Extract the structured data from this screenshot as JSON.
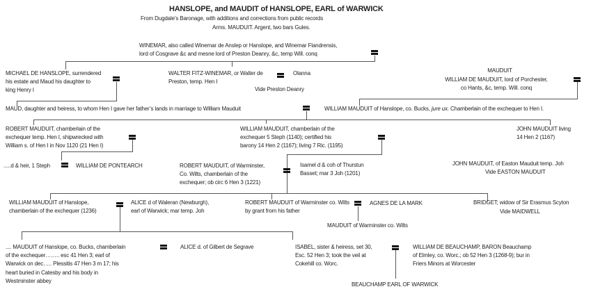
{
  "title": "HANSLOPE, and MAUDIT of HANSLOPE, EARL of WARWICK",
  "subtitle": "From Dugdale’s Baronage, with additions and corrections from public records",
  "arms": "Arms. MAUDUIT.  Argent, two bars Gules.",
  "nodes": {
    "winemar": "WINEMAR,  also called Winemar de Anslep or Hanslope, and Winemar Flandrensis,\nlord of Cosgrave &c and mesne lord of Preston Deanry, &c, temp  Will. conq",
    "michael": "MICHAEL DE HANSLOPE,  surrendered\nhis estate and Maud his daughter to\nking Henry  I",
    "walter": "WALTER  FITZ-WINEMAR,  or Walter de\nPreston, temp.  Hen I",
    "olanna": "Olanna",
    "vide_preston": "Vide Preston Deanry",
    "maud": "MAUD,  daughter and heiress, to whom Hen  I gave her father’s lands in marriage to William Mauduit",
    "mauduit_head": "MAUDUIT",
    "william_de_mauduit": "WILLIAM DE MAUDUIT,  lord of Porchester,\nco Hants, &c, temp.  Will. conq",
    "william_hanslope_1_pre": "WILLIAM MAUDUIT  of Hanslope, co. Bucks, ",
    "william_hanslope_1_it": "jure ux.",
    "william_hanslope_1_post": " Chamberlain of the exchequer to Hen I.",
    "robert_1": "ROBERT MAUDUIT,  chamberlain of the\nexchequer temp.  Hen I, shipwrecked with\nWilliam s. of Hen  I in Nov 1120 (21 Hen  I)",
    "william_2": "WILLIAM MAUDUIT,  chamberlain of the\nexchequer  5 Steph (1140); certified his\nbarony 14 Hen  2 (1167); living 7 Ric. (1195)",
    "john_living": "JOHN MAUDUIT  living\n14 Hen 2 (1167)",
    "d_heir": ".....d & heir, 1 Steph",
    "pontearch": "WILLIAM  DE PONTEARCH",
    "robert_warminster": "ROBERT MAUDUIT,  of Warminster,\nCo. Wilts, chamberlain of the\nexchequer;  ob circ 6 Hen 3 (1221)",
    "isamel": "Isamel d & coh of Thurstun\nBasset; mar 3 Joh (1201)",
    "john_easton": "JOHN MAUDUIT,  of Easton Mauduit temp.  Joh",
    "vide_easton": "Vide EASTON  MAUDUIT",
    "william_1236": "WILLIAM MAUDUIT  of Hanslope,\nchamberlain of the exchequer  (1236)",
    "alice_waleran": "ALICE d of Waleran (Newburgh),\nearl of Warwick; mar temp.  Joh",
    "robert_grant": "ROBERT MAUDUIT  of Warminster co. Wilts\nby grant from his father",
    "agnes": "AGNES  DE LA MARK",
    "mauduit_warminster": "MAUDUIT  of Warminster co. Wilts",
    "bridget": "BRIDGET;  widow of Sir Erasmus Scyton",
    "vide_maidwell": "Vide MAIDWELL",
    "mauduit_earl": ".... MAUDUIT  of Hanslope, co. Bucks, chamberlain\nof the exchequer……..  esc 41 Hen 3; earl of\nWarwick on dec…..  Plessitis 47 Hen 3 m  17; his\nheart buried in Catesby and his body in\nWestminster abbey",
    "alice_segrave": "ALICE  d.  of Gilbert de Segrave",
    "isabel": "ISABEL,  sister & heiress, set 30,\nEsc. 52 Hen 3;  took the veil at\nCokehill co. Worc.",
    "beauchamp_william": "WILLIAM DE BEAUCHAMP,  BARON  Beauchamp\nof Elmley, co. Worc.; ob 52 Hen 3 (1268-9); bur in\nFriers Minors at Worcester",
    "beauchamp_earl": "BEAUCHAMP  EARL  OF WARWICK"
  },
  "colors": {
    "line": "#555555",
    "text": "#222222",
    "marriage": "#111111"
  }
}
